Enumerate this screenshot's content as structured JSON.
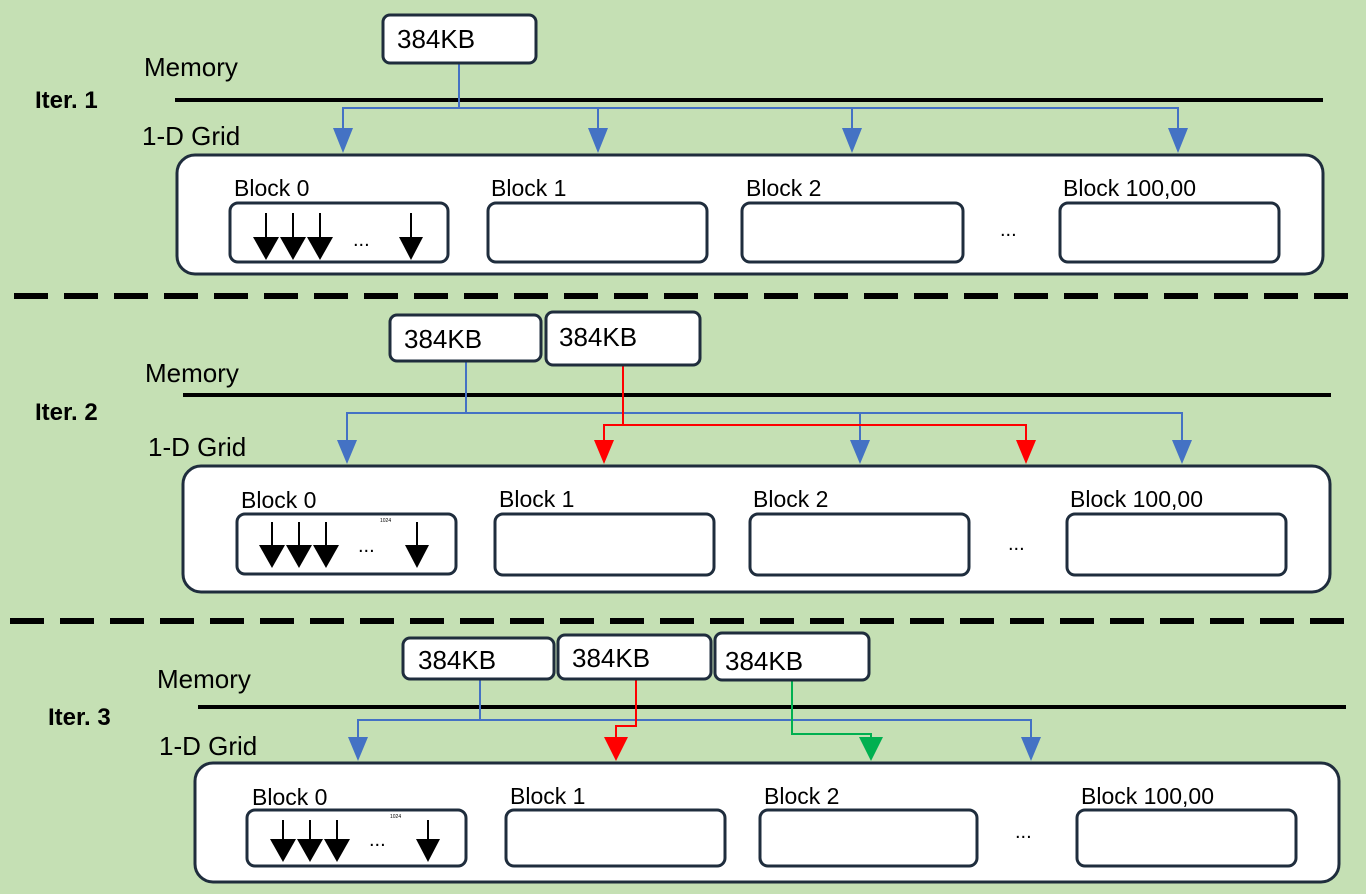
{
  "colors": {
    "background": "#c5e0b4",
    "box_border": "#1f2d3d",
    "link_blue": "#4472c4",
    "link_red": "#ff0000",
    "link_green": "#00b050"
  },
  "panels": [
    {
      "iter_label": "Iter. 1",
      "memory_label": "Memory",
      "grid_label": "1-D Grid",
      "chunks": [
        "384KB"
      ],
      "blocks": [
        "Block 0",
        "Block 1",
        "Block 2",
        "Block 100,00"
      ],
      "ellipsis": "...",
      "thread_ellipsis": "...",
      "tiny_label": ""
    },
    {
      "iter_label": "Iter. 2",
      "memory_label": "Memory",
      "grid_label": "1-D Grid",
      "chunks": [
        "384KB",
        "384KB"
      ],
      "blocks": [
        "Block 0",
        "Block 1",
        "Block 2",
        "Block 100,00"
      ],
      "ellipsis": "...",
      "thread_ellipsis": "...",
      "tiny_label": "1024"
    },
    {
      "iter_label": "Iter. 3",
      "memory_label": "Memory",
      "grid_label": "1-D Grid",
      "chunks": [
        "384KB",
        "384KB",
        "384KB"
      ],
      "blocks": [
        "Block 0",
        "Block 1",
        "Block 2",
        "Block 100,00"
      ],
      "ellipsis": "...",
      "thread_ellipsis": "...",
      "tiny_label": "1024"
    }
  ]
}
